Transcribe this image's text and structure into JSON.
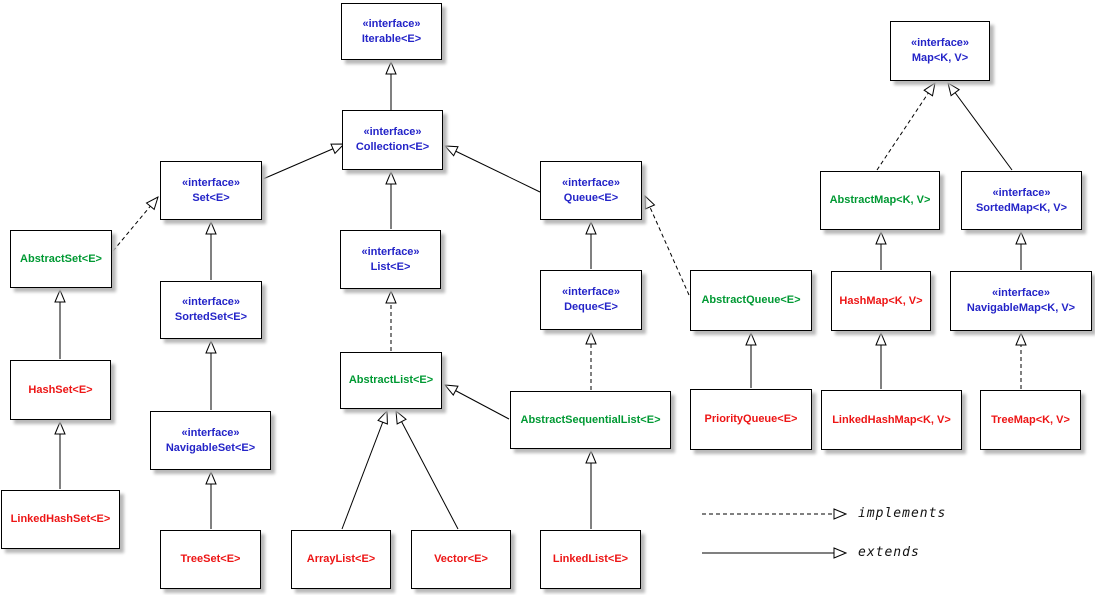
{
  "diagram_type": "uml-class-diagram",
  "colors": {
    "interface_text": "#2424c8",
    "abstract_class_text": "#009933",
    "concrete_class_text": "#ed1515",
    "box_background": "#ffffff",
    "box_border": "#000000",
    "edge_line": "#000000"
  },
  "nodes": {
    "iterable": {
      "stereotype": "«interface»",
      "name": "Iterable<E>",
      "kind": "interface"
    },
    "collection": {
      "stereotype": "«interface»",
      "name": "Collection<E>",
      "kind": "interface"
    },
    "set": {
      "stereotype": "«interface»",
      "name": "Set<E>",
      "kind": "interface"
    },
    "abstract_set": {
      "name": "AbstractSet<E>",
      "kind": "abstract"
    },
    "sorted_set": {
      "stereotype": "«interface»",
      "name": "SortedSet<E>",
      "kind": "interface"
    },
    "hash_set": {
      "name": "HashSet<E>",
      "kind": "concrete"
    },
    "navigable_set": {
      "stereotype": "«interface»",
      "name": "NavigableSet<E>",
      "kind": "interface"
    },
    "linked_hash_set": {
      "name": "LinkedHashSet<E>",
      "kind": "concrete"
    },
    "tree_set": {
      "name": "TreeSet<E>",
      "kind": "concrete"
    },
    "list": {
      "stereotype": "«interface»",
      "name": "List<E>",
      "kind": "interface"
    },
    "abstract_list": {
      "name": "AbstractList<E>",
      "kind": "abstract"
    },
    "array_list": {
      "name": "ArrayList<E>",
      "kind": "concrete"
    },
    "vector": {
      "name": "Vector<E>",
      "kind": "concrete"
    },
    "abstract_sequential_list": {
      "name": "AbstractSequentialList<E>",
      "kind": "abstract"
    },
    "linked_list": {
      "name": "LinkedList<E>",
      "kind": "concrete"
    },
    "queue": {
      "stereotype": "«interface»",
      "name": "Queue<E>",
      "kind": "interface"
    },
    "deque": {
      "stereotype": "«interface»",
      "name": "Deque<E>",
      "kind": "interface"
    },
    "abstract_queue": {
      "name": "AbstractQueue<E>",
      "kind": "abstract"
    },
    "priority_queue": {
      "name": "PriorityQueue<E>",
      "kind": "concrete"
    },
    "map": {
      "stereotype": "«interface»",
      "name": "Map<K, V>",
      "kind": "interface"
    },
    "abstract_map": {
      "name": "AbstractMap<K, V>",
      "kind": "abstract"
    },
    "sorted_map": {
      "stereotype": "«interface»",
      "name": "SortedMap<K, V>",
      "kind": "interface"
    },
    "hash_map": {
      "name": "HashMap<K, V>",
      "kind": "concrete"
    },
    "navigable_map": {
      "stereotype": "«interface»",
      "name": "NavigableMap<K, V>",
      "kind": "interface"
    },
    "linked_hash_map": {
      "name": "LinkedHashMap<K, V>",
      "kind": "concrete"
    },
    "tree_map": {
      "name": "TreeMap<K, V>",
      "kind": "concrete"
    }
  },
  "edges": [
    {
      "child": "Collection<E>",
      "parent": "Iterable<E>",
      "type": "extends"
    },
    {
      "child": "Set<E>",
      "parent": "Collection<E>",
      "type": "extends"
    },
    {
      "child": "Queue<E>",
      "parent": "Collection<E>",
      "type": "extends"
    },
    {
      "child": "List<E>",
      "parent": "Collection<E>",
      "type": "extends"
    },
    {
      "child": "AbstractSet<E>",
      "parent": "Set<E>",
      "type": "implements"
    },
    {
      "child": "SortedSet<E>",
      "parent": "Set<E>",
      "type": "extends"
    },
    {
      "child": "HashSet<E>",
      "parent": "AbstractSet<E>",
      "type": "extends"
    },
    {
      "child": "NavigableSet<E>",
      "parent": "SortedSet<E>",
      "type": "extends"
    },
    {
      "child": "LinkedHashSet<E>",
      "parent": "HashSet<E>",
      "type": "extends"
    },
    {
      "child": "TreeSet<E>",
      "parent": "NavigableSet<E>",
      "type": "extends"
    },
    {
      "child": "AbstractList<E>",
      "parent": "List<E>",
      "type": "implements"
    },
    {
      "child": "ArrayList<E>",
      "parent": "AbstractList<E>",
      "type": "extends"
    },
    {
      "child": "Vector<E>",
      "parent": "AbstractList<E>",
      "type": "extends"
    },
    {
      "child": "AbstractSequentialList<E>",
      "parent": "AbstractList<E>",
      "type": "extends"
    },
    {
      "child": "AbstractSequentialList<E>",
      "parent": "Deque<E>",
      "type": "implements"
    },
    {
      "child": "LinkedList<E>",
      "parent": "AbstractSequentialList<E>",
      "type": "extends"
    },
    {
      "child": "Deque<E>",
      "parent": "Queue<E>",
      "type": "extends"
    },
    {
      "child": "AbstractQueue<E>",
      "parent": "Queue<E>",
      "type": "implements"
    },
    {
      "child": "PriorityQueue<E>",
      "parent": "AbstractQueue<E>",
      "type": "extends"
    },
    {
      "child": "AbstractMap<K, V>",
      "parent": "Map<K, V>",
      "type": "implements"
    },
    {
      "child": "SortedMap<K, V>",
      "parent": "Map<K, V>",
      "type": "extends"
    },
    {
      "child": "HashMap<K, V>",
      "parent": "AbstractMap<K, V>",
      "type": "extends"
    },
    {
      "child": "NavigableMap<K, V>",
      "parent": "SortedMap<K, V>",
      "type": "extends"
    },
    {
      "child": "LinkedHashMap<K, V>",
      "parent": "HashMap<K, V>",
      "type": "extends"
    },
    {
      "child": "TreeMap<K, V>",
      "parent": "NavigableMap<K, V>",
      "type": "implements"
    }
  ],
  "legend": {
    "implements_label": "implements",
    "extends_label": "extends"
  }
}
